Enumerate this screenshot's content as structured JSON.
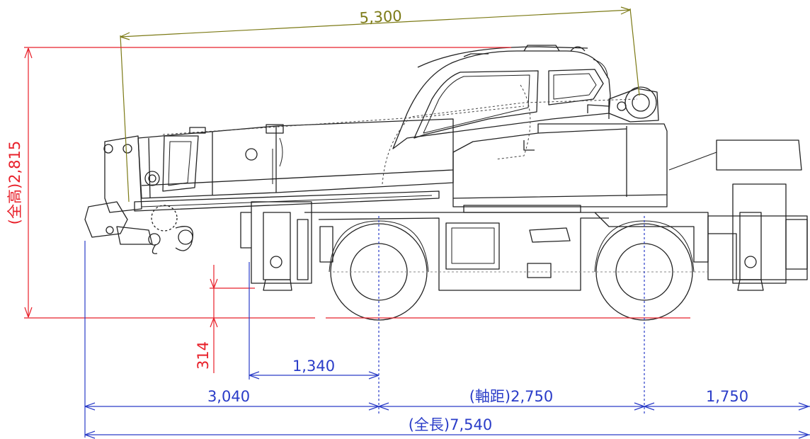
{
  "colors": {
    "overall": "#e8202a",
    "dimension": "#2a3cc8",
    "boom": "#7c7a16",
    "drawing": "#222222",
    "hidden": "#444444"
  },
  "dimensions": {
    "boom_reach": "5,300",
    "overall_height": "(全高)2,815",
    "ground_clearance": "314",
    "outrigger_to_axle": "1,340",
    "front_overhang": "3,040",
    "wheelbase": "(軸距)2,750",
    "rear_overhang": "1,750",
    "overall_length": "(全長)7,540"
  }
}
